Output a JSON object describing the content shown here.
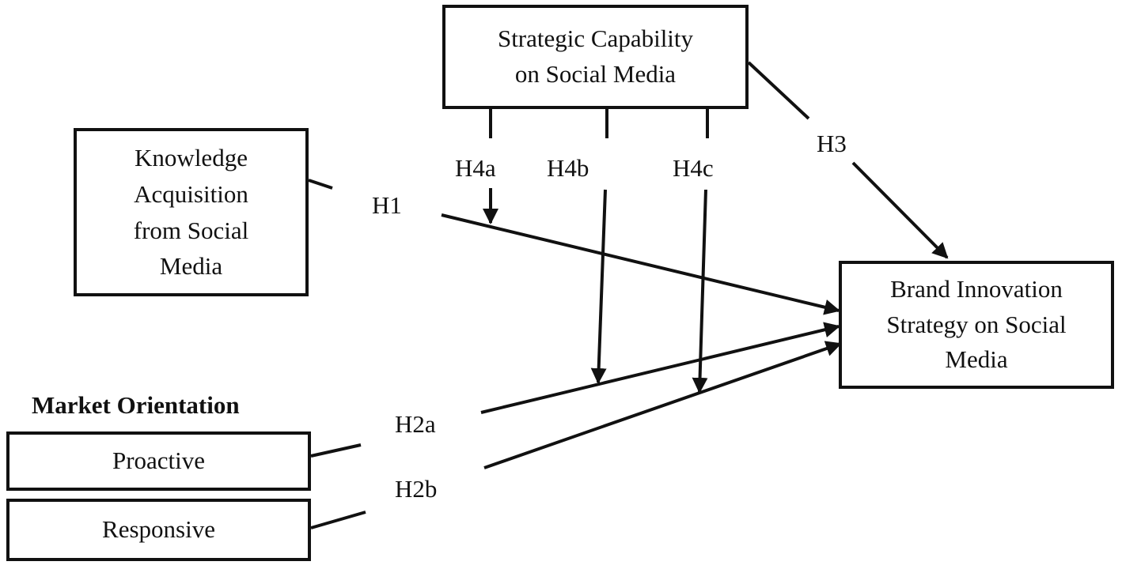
{
  "nodes": {
    "strategic_capability": [
      "Strategic Capability",
      "on Social Media"
    ],
    "knowledge_acquisition": [
      "Knowledge",
      "Acquisition",
      "from Social",
      "Media"
    ],
    "brand_innovation": [
      "Brand Innovation",
      "Strategy on Social",
      "Media"
    ],
    "proactive": "Proactive",
    "responsive": "Responsive"
  },
  "group_heading": "Market Orientation",
  "hypotheses": {
    "h1": "H1",
    "h2a": "H2a",
    "h2b": "H2b",
    "h3": "H3",
    "h4a": "H4a",
    "h4b": "H4b",
    "h4c": "H4c"
  },
  "edge_color": "#111111"
}
